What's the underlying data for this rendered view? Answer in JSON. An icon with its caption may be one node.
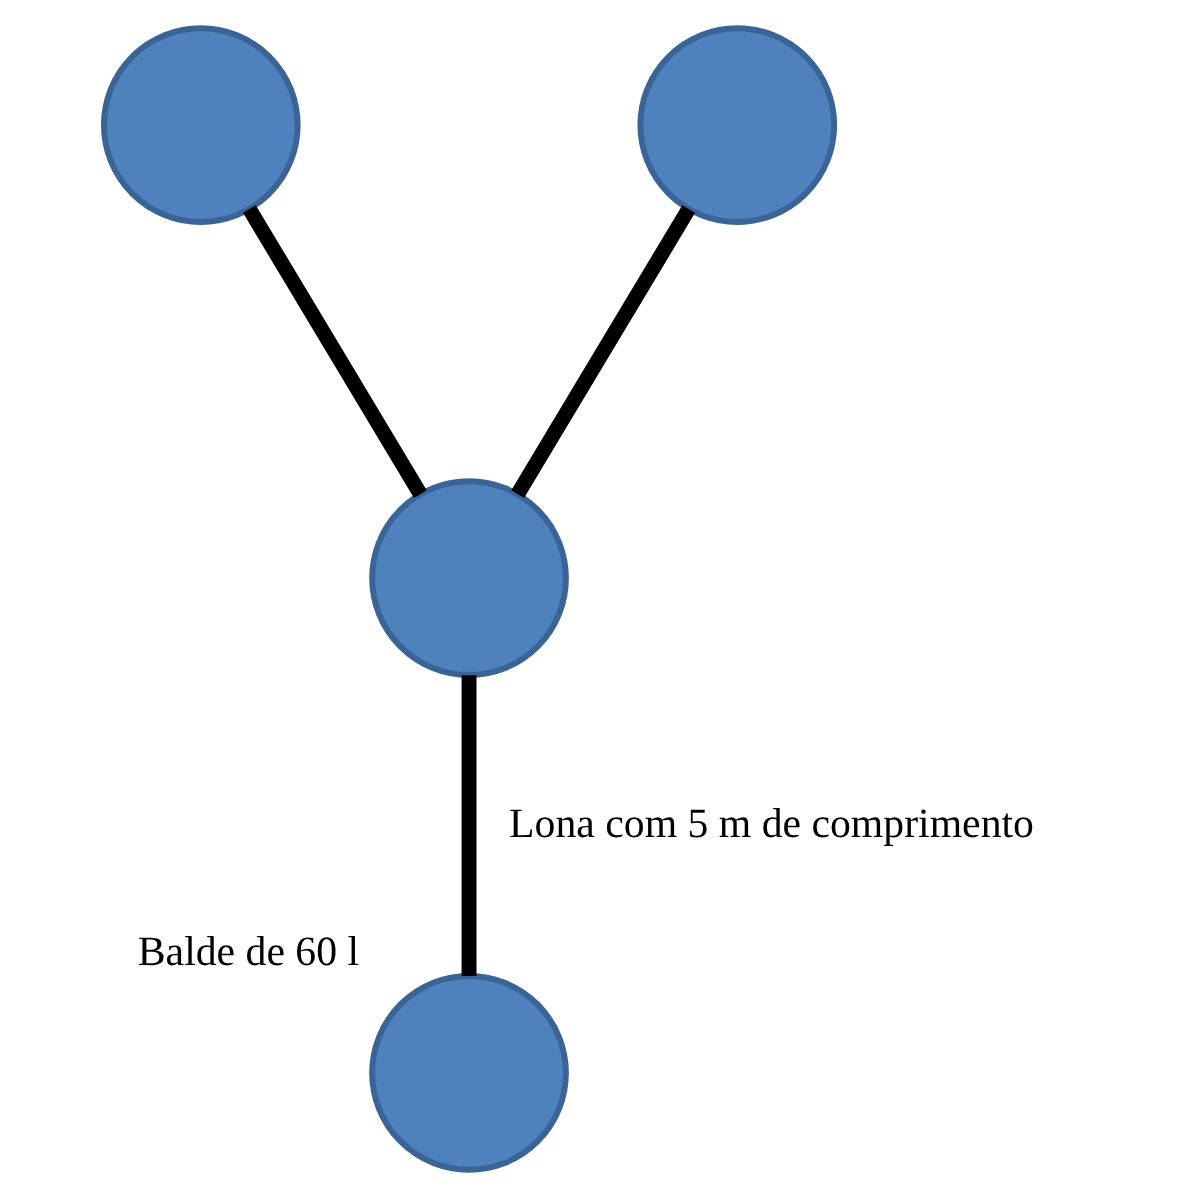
{
  "diagram": {
    "nodes": [
      {
        "text": [],
        "shape": "circle"
      },
      {
        "text": [],
        "shape": "circle"
      },
      {
        "text": [],
        "shape": "circle"
      },
      {
        "text": [],
        "shape": "circle",
        "beside": [
          "Balde de 60 l"
        ]
      }
    ],
    "edges": [
      {
        "from": 0,
        "to": 2,
        "arrow": "none"
      },
      {
        "from": 1,
        "to": 2,
        "arrow": "none"
      },
      {
        "from": 2,
        "to": 3,
        "arrow": "none",
        "label": "Lona com 5 m de comprimento"
      }
    ]
  }
}
